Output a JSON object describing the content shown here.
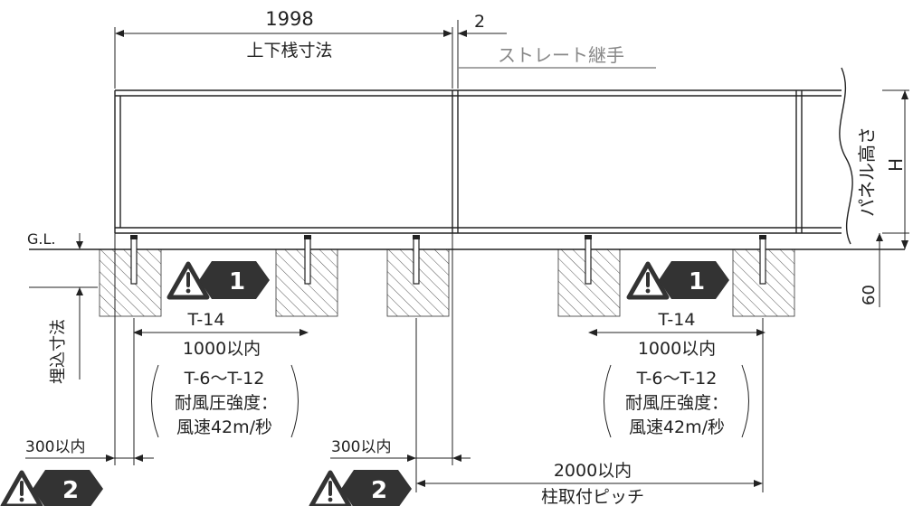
{
  "labels": {
    "top_dim": "1998",
    "top_dim_caption": "上下桟寸法",
    "joint_gap": "2",
    "joint_caption": "ストレート継手",
    "gl": "G.L.",
    "panel_height": "パネル高さ",
    "h": "H",
    "depth_60": "60",
    "embed": "埋込寸法",
    "left_300": "300以内",
    "mid_300": "300以内",
    "pitch_value": "2000以内",
    "pitch_caption": "柱取付ピッチ"
  },
  "spans": [
    {
      "model": "T-14",
      "limit": "1000以内",
      "sub_models": "T-6〜T-12",
      "wind_title": "耐風圧強度：",
      "wind_value": "風速42m/秒",
      "badge_number": "1"
    },
    {
      "model": "T-14",
      "limit": "1000以内",
      "sub_models": "T-6〜T-12",
      "wind_title": "耐風圧強度：",
      "wind_value": "風速42m/秒",
      "badge_number": "1"
    }
  ],
  "badges_bottom": [
    {
      "number": "2"
    },
    {
      "number": "2"
    }
  ],
  "colors": {
    "line": "#222222",
    "badge_fill": "#333333",
    "joint_line": "#888888",
    "hatch": "#555555"
  }
}
